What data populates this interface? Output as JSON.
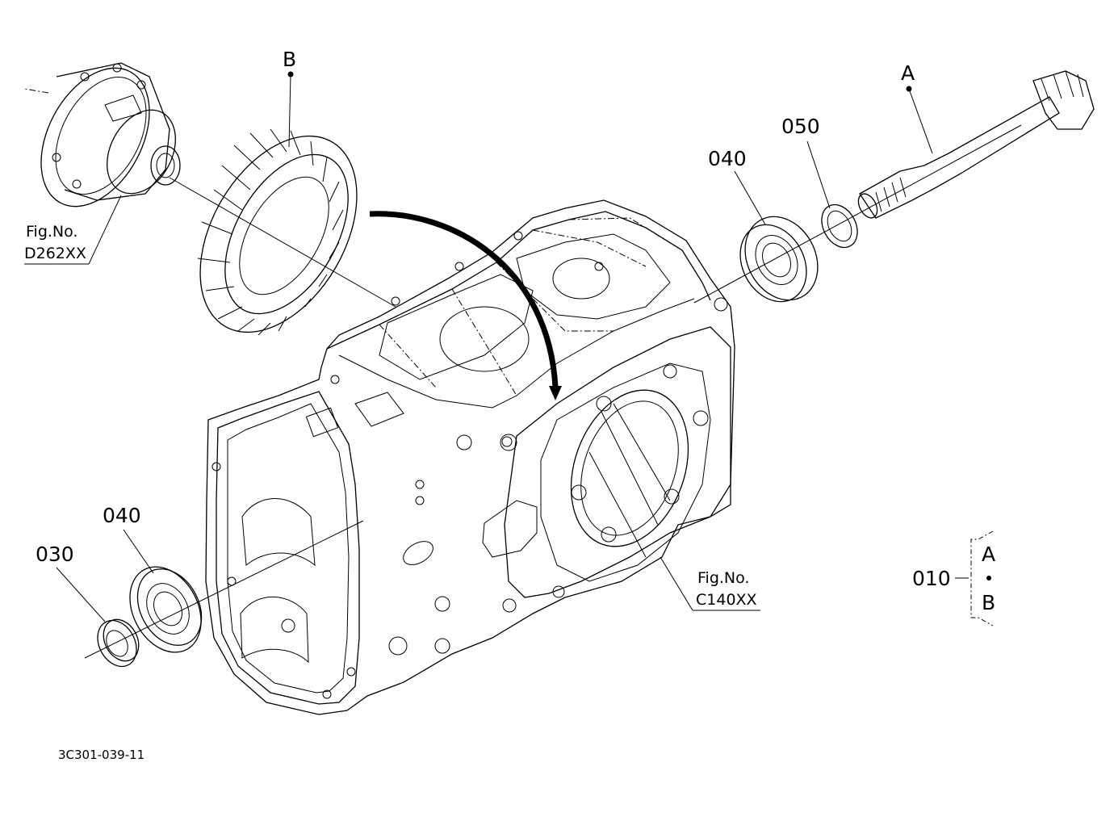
{
  "diagram": {
    "callouts": {
      "part_a": "A",
      "part_b": "B",
      "part_040_upper": "040",
      "part_050": "050",
      "part_040_lower": "040",
      "part_030": "030"
    },
    "figure_refs": {
      "differential": {
        "prefix": "Fig.No.",
        "number": "D262XX"
      },
      "case": {
        "prefix": "Fig.No.",
        "number": "C140XX"
      }
    },
    "assembly_bracket": {
      "part": "010",
      "top": "A",
      "bottom": "B"
    },
    "drawing_code": "3C301-039-11"
  }
}
